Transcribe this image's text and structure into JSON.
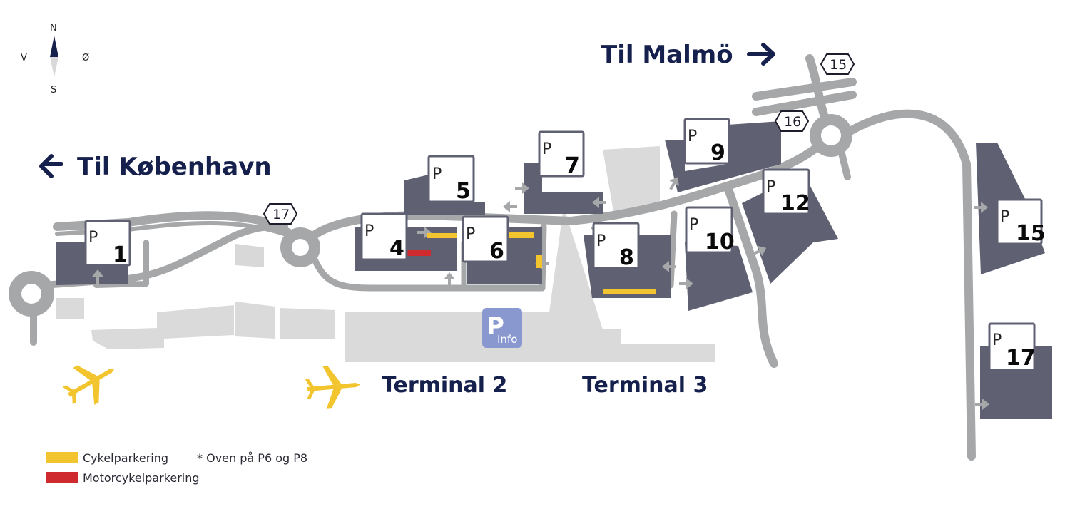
{
  "compass": {
    "north": "N",
    "south": "S",
    "west": "V",
    "east": "Ø"
  },
  "directions": {
    "kobenhavn": "Til København",
    "malmo": "Til Malmö"
  },
  "routes": {
    "r15": "15",
    "r16": "16",
    "r17": "17"
  },
  "parking_letter": "P",
  "lots": {
    "p1": "1",
    "p4": "4",
    "p5": "5",
    "p6": "6",
    "p7": "7",
    "p8": "8",
    "p9": "9",
    "p10": "10",
    "p12": "12",
    "p15": "15",
    "p17": "17"
  },
  "info_badge": {
    "letter": "P",
    "text": "Info"
  },
  "terminals": {
    "t2": "Terminal 2",
    "t3": "Terminal 3"
  },
  "legend": {
    "bike": "Cykelparkering",
    "bike_note": "* Oven på P6 og P8",
    "moto": "Motorcykelparkering"
  },
  "colors": {
    "lot": "#5f6173",
    "road": "#a6a7a9",
    "terminal": "#dadada",
    "bike": "#f2c52e",
    "moto": "#cf2b2e",
    "label": "#16204d",
    "info": "#8a98d0"
  }
}
